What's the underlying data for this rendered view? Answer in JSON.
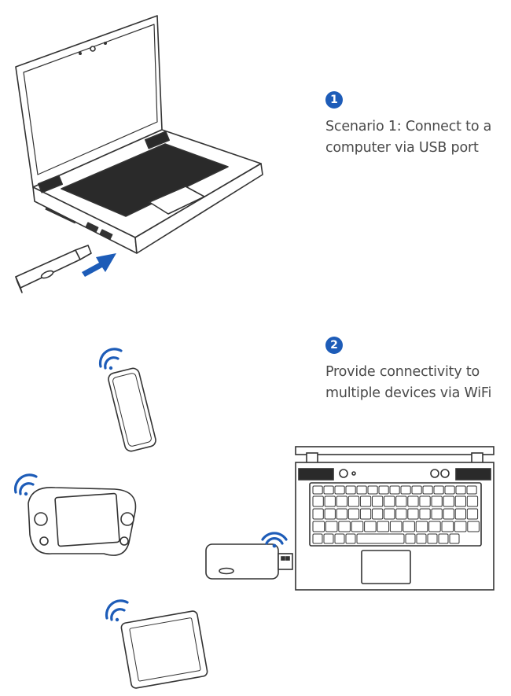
{
  "colors": {
    "accent": "#1d5cb8",
    "line": "#333333",
    "fill": "#ffffff",
    "key": "#2a2a2a",
    "text": "#4a4a4a"
  },
  "steps": [
    {
      "number": "1",
      "caption_lines": [
        "Scenario 1: Connect to a",
        "computer via USB port"
      ]
    },
    {
      "number": "2",
      "caption_lines": [
        "Provide connectivity to",
        "multiple devices via WiFi"
      ]
    }
  ],
  "illustrations": {
    "scenario1": [
      "laptop",
      "usb-dongle",
      "insert-arrow"
    ],
    "scenario2": [
      "smartphone",
      "handheld-console",
      "tablet",
      "usb-dongle",
      "laptop-keyboard"
    ],
    "wifi_icon_count": 4
  }
}
